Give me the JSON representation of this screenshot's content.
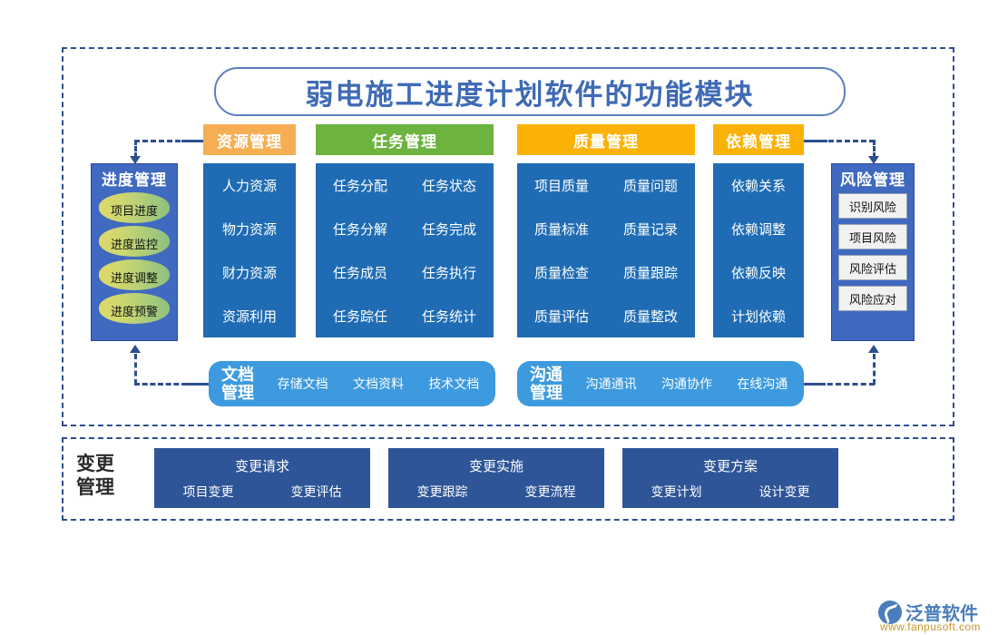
{
  "title": "弱电施工进度计划软件的功能模块",
  "columns": [
    {
      "header": "资源管理",
      "color": "#f5ae54",
      "items": [
        "人力资源",
        "物力资源",
        "财力资源",
        "资源利用"
      ]
    },
    {
      "header": "任务管理",
      "color": "#6cb33f",
      "items": [
        "任务分配",
        "任务状态",
        "任务分解",
        "任务完成",
        "任务成员",
        "任务执行",
        "任务踪任",
        "任务统计"
      ]
    },
    {
      "header": "质量管理",
      "color": "#fbb207",
      "items": [
        "项目质量",
        "质量问题",
        "质量标准",
        "质量记录",
        "质量检查",
        "质量跟踪",
        "质量评估",
        "质量整改"
      ]
    },
    {
      "header": "依赖管理",
      "color": "#fbb207",
      "items": [
        "依赖关系",
        "依赖调整",
        "依赖反映",
        "计划依赖"
      ]
    }
  ],
  "progress": {
    "title": "进度管理",
    "items": [
      "项目进度",
      "进度监控",
      "进度调整",
      "进度预警"
    ]
  },
  "risk": {
    "title": "风险管理",
    "items": [
      "识别风险",
      "项目风险",
      "风险评估",
      "风险应对"
    ]
  },
  "rows": [
    {
      "title": "文档\n管理",
      "title_l1": "文档",
      "title_l2": "管理",
      "items": [
        "存储文档",
        "文档资料",
        "技术文档"
      ]
    },
    {
      "title": "沟通\n管理",
      "title_l1": "沟通",
      "title_l2": "管理",
      "items": [
        "沟通通讯",
        "沟通协作",
        "在线沟通"
      ]
    }
  ],
  "change": {
    "label_l1": "变更",
    "label_l2": "管理",
    "boxes": [
      {
        "header": "变更请求",
        "items": [
          "项目变更",
          "变更评估"
        ]
      },
      {
        "header": "变更实施",
        "items": [
          "变更跟踪",
          "变更流程"
        ]
      },
      {
        "header": "变更方案",
        "items": [
          "变更计划",
          "设计变更"
        ]
      }
    ]
  },
  "logo": {
    "name": "泛普软件",
    "url": "www.fanpusoft.com"
  },
  "colors": {
    "panel_blue": "#1f6cb4",
    "side_blue": "#4069c0",
    "row_blue": "#3d9ade",
    "change_blue": "#2e5597",
    "frame": "#2d4f8f",
    "title": "#3f6bb5"
  }
}
